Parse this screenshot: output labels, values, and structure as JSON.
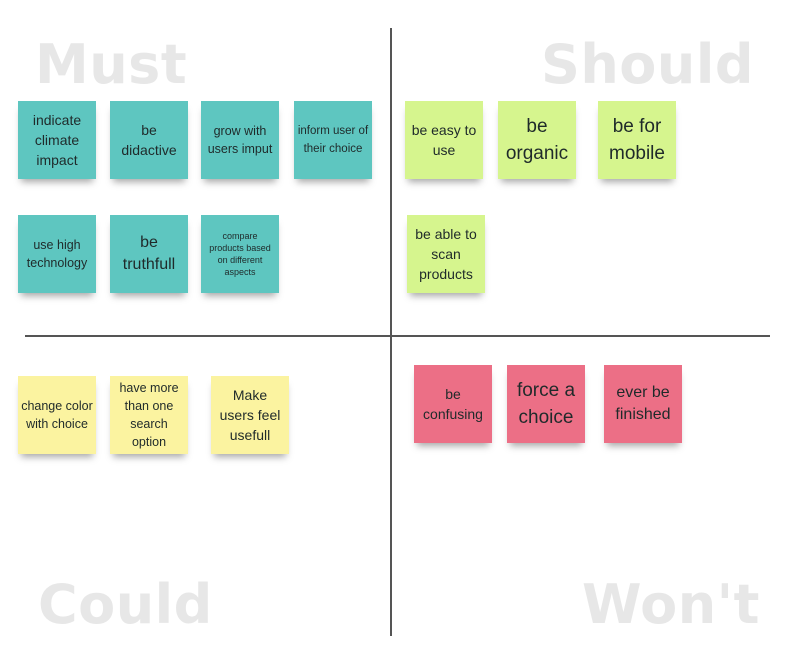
{
  "quadrants": {
    "must": "Must",
    "should": "Should",
    "could": "Could",
    "wont": "Won't"
  },
  "colors": {
    "must_note": "#5ec6c0",
    "should_note": "#d6f58e",
    "could_note": "#fbf3a0",
    "wont_note": "#ec6f86",
    "quadrant_label": "#e7e7e7",
    "divider": "#555555"
  },
  "notes": {
    "must": [
      "indicate climate impact",
      "be didactive",
      "grow with users imput",
      "inform user of their choice",
      "use high technology",
      "be truthfull",
      "compare products based on different aspects"
    ],
    "should": [
      "be easy to use",
      "be organic",
      "be for mobile",
      "be able to scan products"
    ],
    "could": [
      "change color with choice",
      "have more than one search option",
      "Make users feel usefull"
    ],
    "wont": [
      "be confusing",
      "force a choice",
      "ever be finished"
    ]
  }
}
